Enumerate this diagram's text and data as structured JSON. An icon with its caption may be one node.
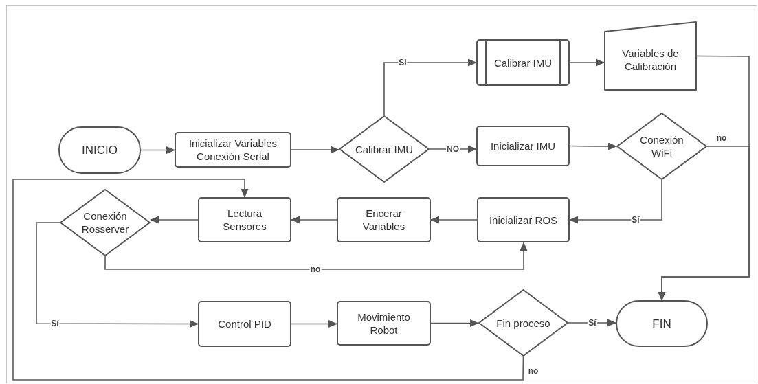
{
  "diagram": {
    "nodes": [
      {
        "text": [
          "INICIO"
        ]
      },
      {
        "text": [
          "Inicializar Variables Conexión Serial"
        ]
      },
      {
        "text": [
          "Calibrar IMU"
        ]
      },
      {
        "text": [
          "Calibrar IMU"
        ]
      },
      {
        "text": [
          "Variables de Calibración"
        ]
      },
      {
        "text": [
          "Inicializar IMU"
        ]
      },
      {
        "text": [
          "Conexión WiFi"
        ]
      },
      {
        "text": [
          "Conexión Rosserver"
        ]
      },
      {
        "text": [
          "Lectura Sensores"
        ]
      },
      {
        "text": [
          "Encerar Variables"
        ]
      },
      {
        "text": [
          "Inicializar ROS"
        ]
      },
      {
        "text": [
          "Control PID"
        ]
      },
      {
        "text": [
          "Movimiento Robot"
        ]
      },
      {
        "text": [
          "Fin proceso"
        ]
      },
      {
        "text": [
          "FIN"
        ]
      }
    ],
    "edges": [
      {
        "from": 0,
        "to": 1,
        "arrow": "to"
      },
      {
        "from": 1,
        "to": 2,
        "arrow": "to"
      },
      {
        "from": 2,
        "to": 3,
        "arrow": "to",
        "label": "SI"
      },
      {
        "from": 2,
        "to": 5,
        "arrow": "to",
        "label": "NO"
      },
      {
        "from": 3,
        "to": 4,
        "arrow": "to"
      },
      {
        "from": 4,
        "to": 14,
        "arrow": "to"
      },
      {
        "from": 5,
        "to": 6,
        "arrow": "to"
      },
      {
        "from": 6,
        "to": 14,
        "arrow": "to",
        "label": "no"
      },
      {
        "from": 6,
        "to": 10,
        "arrow": "to",
        "label": "Sí"
      },
      {
        "from": 10,
        "to": 9,
        "arrow": "to"
      },
      {
        "from": 9,
        "to": 8,
        "arrow": "to"
      },
      {
        "from": 8,
        "to": 7,
        "arrow": "to"
      },
      {
        "from": 7,
        "to": 10,
        "arrow": "to",
        "label": "no"
      },
      {
        "from": 7,
        "to": 11,
        "arrow": "to",
        "label": "Sí"
      },
      {
        "from": 11,
        "to": 12,
        "arrow": "to"
      },
      {
        "from": 12,
        "to": 13,
        "arrow": "to"
      },
      {
        "from": 13,
        "to": 14,
        "arrow": "to",
        "label": "Sí"
      },
      {
        "from": 13,
        "to": 8,
        "arrow": "to",
        "label": "no"
      }
    ]
  }
}
